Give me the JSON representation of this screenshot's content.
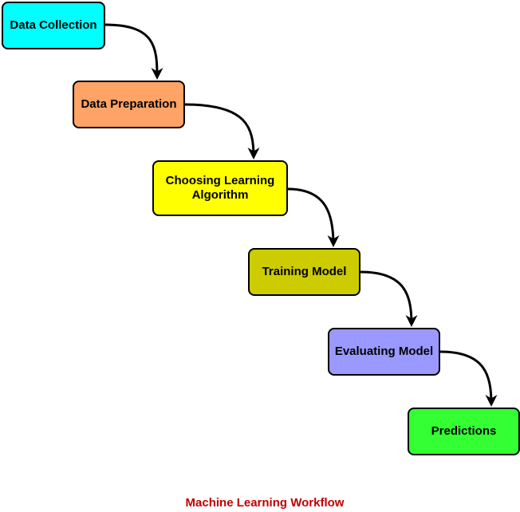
{
  "diagram": {
    "title": "Machine Learning Workflow",
    "title_color": "#c00000",
    "nodes": [
      {
        "id": "n1",
        "label": "Data Collection",
        "color": "#00ffff"
      },
      {
        "id": "n2",
        "label": "Data Preparation",
        "color": "#ffa366"
      },
      {
        "id": "n3",
        "label": "Choosing Learning Algorithm",
        "color": "#ffff00"
      },
      {
        "id": "n4",
        "label": "Training Model",
        "color": "#cccc00"
      },
      {
        "id": "n5",
        "label": "Evaluating Model",
        "color": "#9999ff"
      },
      {
        "id": "n6",
        "label": "Predictions",
        "color": "#33ff33"
      }
    ],
    "edges": [
      {
        "from": "n1",
        "to": "n2"
      },
      {
        "from": "n2",
        "to": "n3"
      },
      {
        "from": "n3",
        "to": "n4"
      },
      {
        "from": "n4",
        "to": "n5"
      },
      {
        "from": "n5",
        "to": "n6"
      }
    ]
  }
}
